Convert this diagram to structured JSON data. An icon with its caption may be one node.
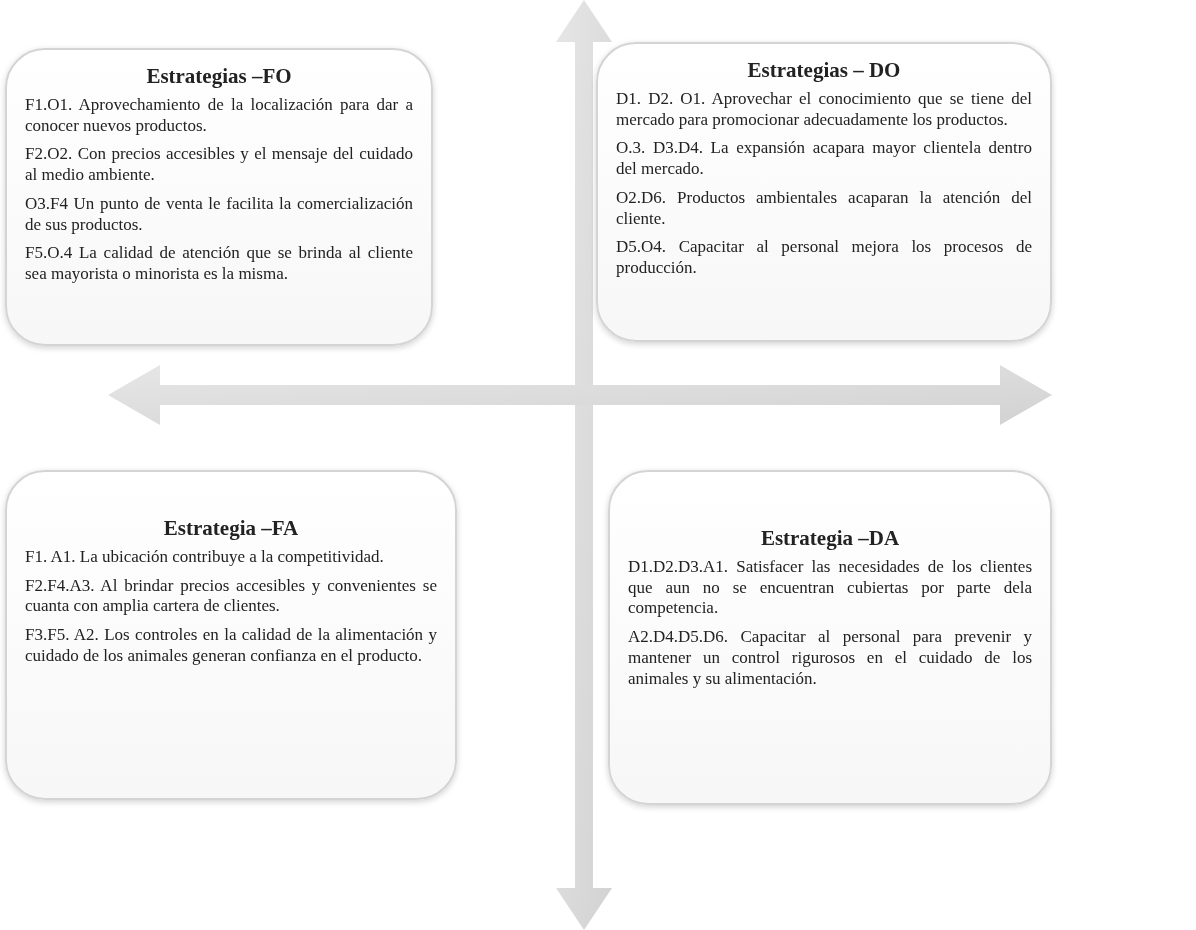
{
  "diagram": {
    "nodes": [
      {
        "text": [
          "Estrategias –FO",
          "F1.O1. Aprovechamiento de la localización para dar a conocer nuevos productos.",
          "F2.O2. Con precios accesibles y el mensaje del cuidado al medio ambiente.",
          "O3.F4 Un punto de venta le facilita la comercialización de sus productos.",
          "F5.O.4 La calidad de atención que se brinda al cliente sea mayorista o minorista es la misma."
        ]
      },
      {
        "text": [
          "Estrategias – DO",
          "D1. D2. O1. Aprovechar el conocimiento que se tiene del mercado para promocionar adecuadamente los productos.",
          "O.3. D3.D4. La expansión acapara mayor clientela dentro del mercado.",
          "O2.D6. Productos ambientales acaparan la atención del cliente.",
          "D5.O4. Capacitar al personal mejora los procesos de producción."
        ]
      },
      {
        "text": [
          "Estrategia –FA",
          "F1. A1. La ubicación contribuye a la competitividad.",
          "F2.F4.A3. Al brindar precios accesibles y convenientes se cuanta con amplia cartera de clientes.",
          "F3.F5. A2. Los controles en la calidad de la alimentación y cuidado de los animales generan confianza en el producto."
        ]
      },
      {
        "text": [
          "Estrategia –DA",
          "D1.D2.D3.A1. Satisfacer las necesidades de los clientes que aun no se encuentran cubiertas por parte dela competencia.",
          "A2.D4.D5.D6. Capacitar al personal para prevenir y mantener un control rigurosos en el cuidado de los animales y su alimentación."
        ]
      }
    ]
  }
}
